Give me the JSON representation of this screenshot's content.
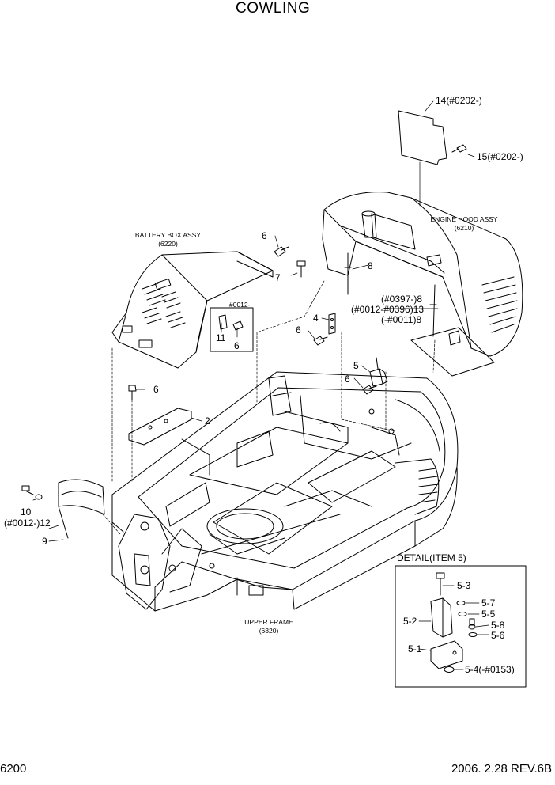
{
  "title": "COWLING",
  "footer": {
    "page_number": "6200",
    "date_revision": "2006. 2.28  REV.6B"
  },
  "assemblies": {
    "battery_box": {
      "name": "BATTERY BOX ASSY",
      "code": "(6220)"
    },
    "engine_hood": {
      "name": "ENGINE HOOD ASSY",
      "code": "(6210)"
    },
    "upper_frame": {
      "name": "UPPER FRAME",
      "code": "(6320)"
    }
  },
  "callouts": {
    "c14": "14(#0202-)",
    "c15": "15(#0202-)",
    "c6a": "6",
    "c7": "7",
    "c8": "8",
    "c8a": "(#0397-)8",
    "c13": "(#0012-#0396)13",
    "c8b": "(-#0011)8",
    "c4": "4",
    "c6b": "6",
    "c5": "5",
    "c6c": "6",
    "c0012": "#0012-",
    "c11": "11",
    "c6d": "6",
    "c6e": "6",
    "c2": "2",
    "c10": "10",
    "c12": "(#0012-)12",
    "c9": "9"
  },
  "detail": {
    "title": "DETAIL(ITEM 5)",
    "items": {
      "d53": "5-3",
      "d57": "5-7",
      "d55": "5-5",
      "d52": "5-2",
      "d58": "5-8",
      "d56": "5-6",
      "d51": "5-1",
      "d54": "5-4(-#0153)"
    }
  }
}
